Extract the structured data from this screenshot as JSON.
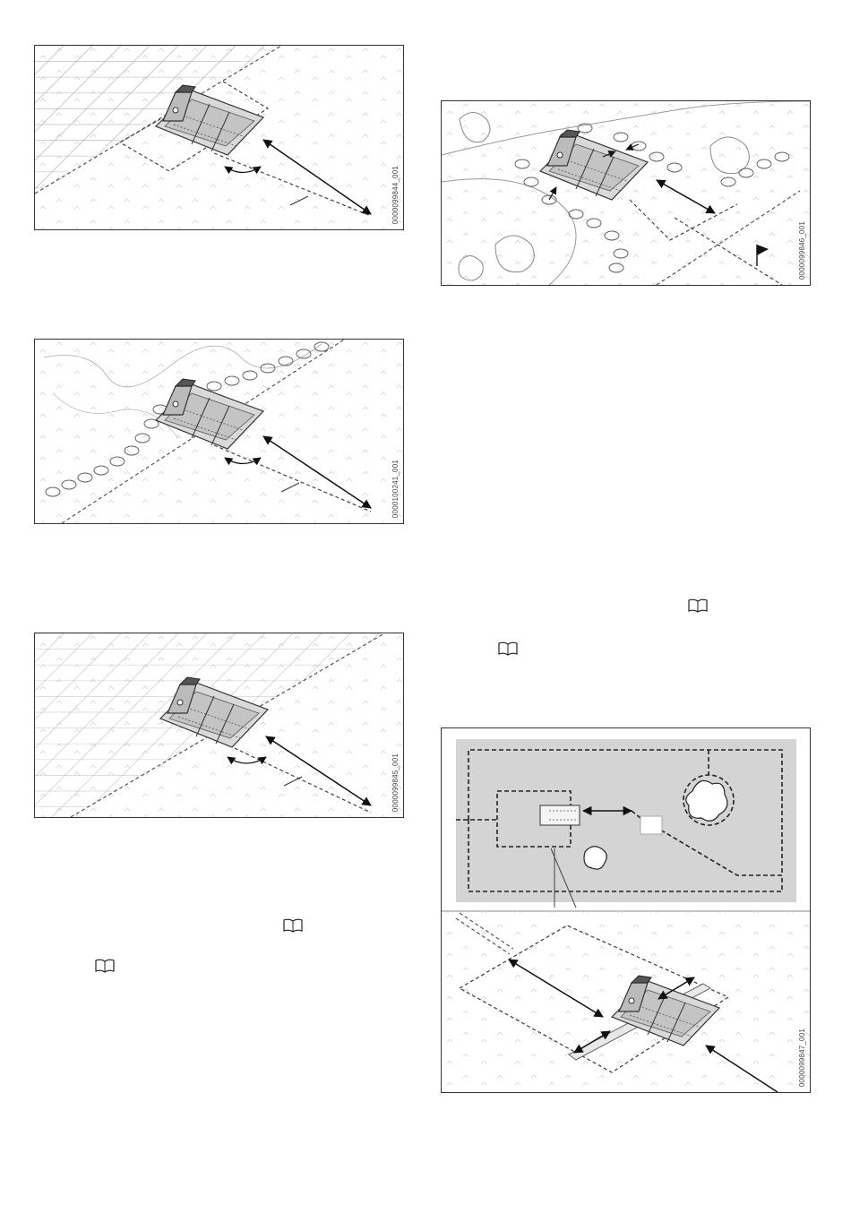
{
  "figures": [
    {
      "id": "0000099844_001"
    },
    {
      "id": "0000100241_001"
    },
    {
      "id": "0000099845_001"
    },
    {
      "id": "0000099846_001"
    },
    {
      "id": "0000099847_001"
    }
  ],
  "icons": {
    "manual": "book-icon"
  }
}
